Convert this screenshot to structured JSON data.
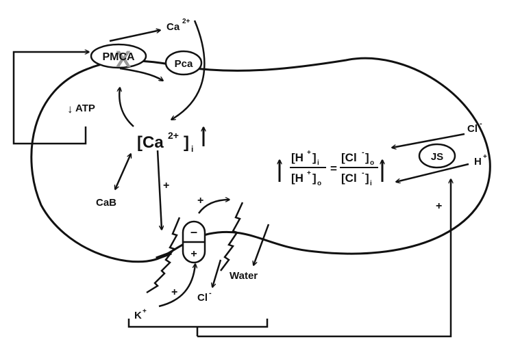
{
  "labels": {
    "ca_top": "Ca",
    "ca_top_sup": "2+",
    "pmca": "PMCA",
    "pmca_block": "X",
    "pca": "Pca",
    "atp_arrow": "↓",
    "atp": "ATP",
    "cai_open": "[Ca",
    "cai_sup": "2+",
    "cai_close": "]",
    "cai_sub": "i",
    "cab": "CaB",
    "plus_1": "+",
    "plus_2": "+",
    "plus_3": "+",
    "plus_4": "+",
    "minus_channel": "–",
    "plus_channel": "+",
    "water": "Water",
    "k": "K",
    "k_sup": "+",
    "cl_bottom": "Cl",
    "cl_bottom_sup": "-",
    "cl_right": "Cl",
    "cl_right_sup": "-",
    "h_right": "H",
    "h_right_sup": "+",
    "js": "JS",
    "eq_h_num": "[H",
    "eq_h_num_sup": "+",
    "eq_h_num_close": "]",
    "eq_h_num_sub": "i",
    "eq_h_den": "[H",
    "eq_h_den_sup": "+",
    "eq_h_den_close": "]",
    "eq_h_den_sub": "o",
    "eq_equals": "=",
    "eq_cl_num": "[Cl",
    "eq_cl_num_sup": "-",
    "eq_cl_num_close": "]",
    "eq_cl_num_sub": "o",
    "eq_cl_den": "[Cl",
    "eq_cl_den_sup": "-",
    "eq_cl_den_close": "]",
    "eq_cl_den_sub": "i"
  },
  "colors": {
    "ink": "#111111",
    "block_mark": "#9a9a9a",
    "background": "#ffffff"
  }
}
